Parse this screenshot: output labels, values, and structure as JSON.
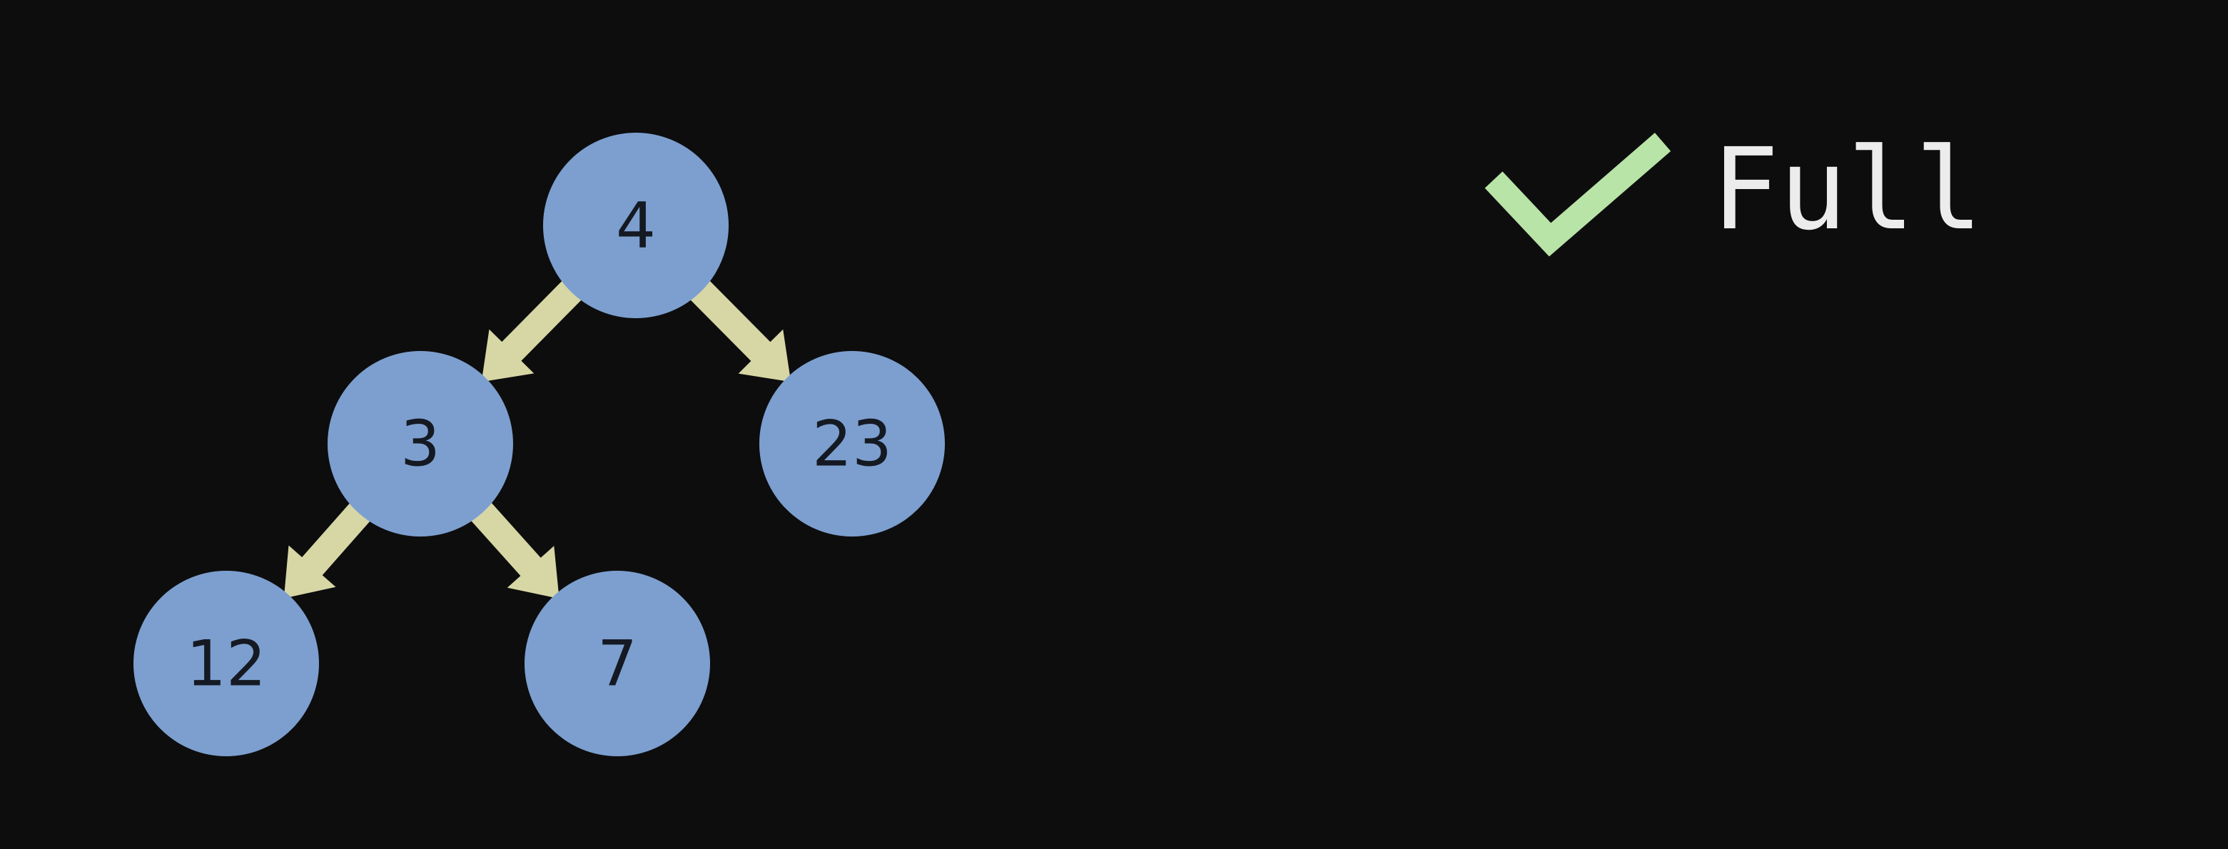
{
  "diagram": {
    "type": "binary-tree",
    "nodes": [
      {
        "id": "root",
        "value": "4"
      },
      {
        "id": "left",
        "value": "3"
      },
      {
        "id": "right",
        "value": "23"
      },
      {
        "id": "left-left",
        "value": "12"
      },
      {
        "id": "left-right",
        "value": "7"
      }
    ],
    "edges": [
      {
        "from": "root",
        "to": "left"
      },
      {
        "from": "root",
        "to": "right"
      },
      {
        "from": "left",
        "to": "left-left"
      },
      {
        "from": "left",
        "to": "left-right"
      }
    ],
    "colors": {
      "background": "#0d0d0e",
      "node_fill": "#7c9fcf",
      "node_text": "#151922",
      "edge": "#d7d7a5",
      "check": "#b9e4a7",
      "status_text": "#ececec"
    }
  },
  "status": {
    "icon": "check-icon",
    "label": "Full"
  }
}
